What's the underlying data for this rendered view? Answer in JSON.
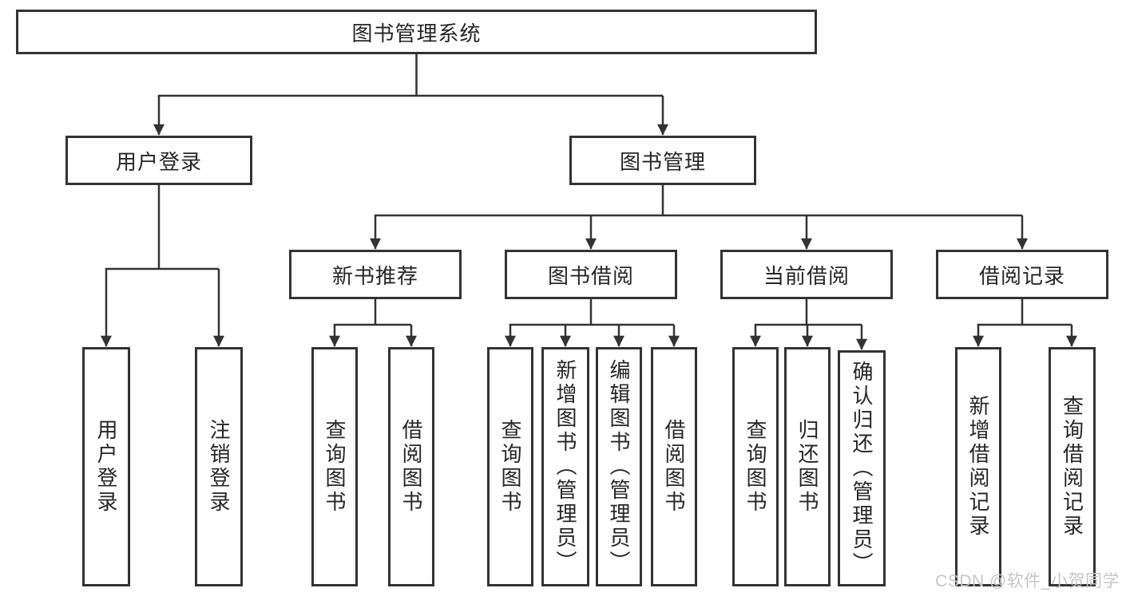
{
  "diagram": {
    "root": {
      "label": "图书管理系统"
    },
    "branches": {
      "user_login": {
        "label": "用户登录",
        "children": [
          "用户登录",
          "注销登录"
        ]
      },
      "book_management": {
        "label": "图书管理",
        "groups": {
          "new_book_recommend": {
            "label": "新书推荐",
            "children": [
              "查询图书",
              "借阅图书"
            ]
          },
          "book_borrow": {
            "label": "图书借阅",
            "children": [
              "查询图书",
              "新增图书（管理员）",
              "编辑图书（管理员）",
              "借阅图书"
            ]
          },
          "current_borrow": {
            "label": "当前借阅",
            "children": [
              "查询图书",
              "归还图书",
              "确认归还（管理员）"
            ]
          },
          "borrow_records": {
            "label": "借阅记录",
            "children": [
              "新增借阅记录",
              "查询借阅记录"
            ]
          }
        }
      }
    }
  },
  "watermark": {
    "text": "CSDN @软件_小贺同学"
  },
  "colors": {
    "line": "#333333",
    "text": "#262626",
    "background": "#ffffff",
    "watermark": "#c7c5ca"
  }
}
